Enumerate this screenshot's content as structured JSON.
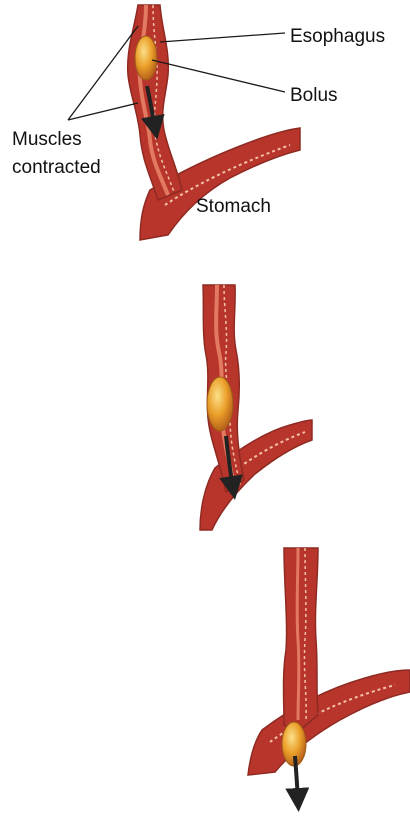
{
  "labels": {
    "esophagus": "Esophagus",
    "bolus": "Bolus",
    "muscles_line1": "Muscles",
    "muscles_line2": "contracted",
    "stomach": "Stomach"
  },
  "colors": {
    "muscle": "#b8352c",
    "muscle_dark": "#8e2a22",
    "lumen": "#e27a62",
    "lining": "#f3c2a8",
    "bolus": "#e9961f",
    "bolus_highlight": "#f7d37a",
    "arrow": "#222222",
    "leader": "#1a1a1a"
  }
}
